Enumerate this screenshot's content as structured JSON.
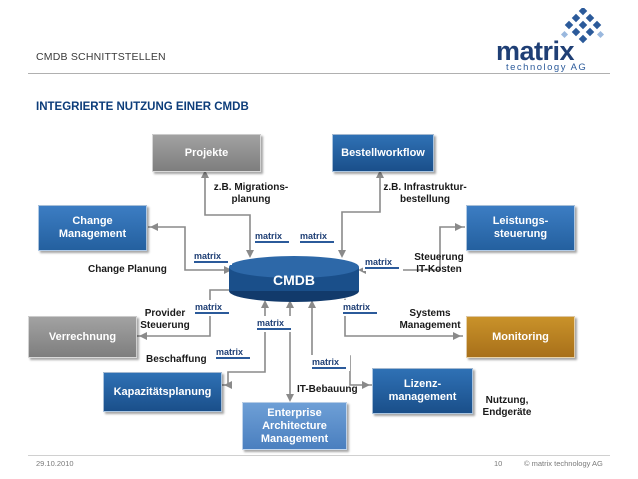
{
  "header": {
    "title": "CMDB SCHNITTSTELLEN",
    "section_title": "INTEGRIERTE NUTZUNG EINER CMDB",
    "logo_word": "matrix",
    "logo_subtitle": "technology AG"
  },
  "center": {
    "label": "CMDB"
  },
  "boxes": {
    "projekte": "Projekte",
    "bestellworkflow": "Bestellworkflow",
    "change_management": "Change Management",
    "leistungssteuerung": "Leistungs-\nsteuerung",
    "verrechnung": "Verrechnung",
    "monitoring": "Monitoring",
    "kapazitaetsplanung": "Kapazitätsplanung",
    "lizenzmanagement": "Lizenz-\nmanagement",
    "enterprise_architecture": "Enterprise\nArchitecture\nManagement"
  },
  "labels": {
    "migrationsplanung": "z.B. Migrations-\nplanung",
    "infrastrukturbestellung": "z.B. Infrastruktur-\nbestellung",
    "change_planung": "Change Planung",
    "steuerung_it_kosten": "Steuerung\nIT-Kosten",
    "provider_steuerung": "Provider\nSteuerung",
    "systems_management": "Systems\nManagement",
    "beschaffung": "Beschaffung",
    "it_bebauung": "IT-Bebauung",
    "nutzung_endgeraete": "Nutzung,\nEndgeräte"
  },
  "mini_logo_word": "matrix",
  "footer": {
    "date": "29.10.2010",
    "page": "10",
    "copyright": "© matrix technology AG"
  },
  "colors": {
    "brand_blue": "#1a4f8a",
    "gray_box": "#8f8f8f",
    "gold_box": "#b8801f",
    "light_blue_box": "#5b8fcb",
    "connector": "#8a8a8a"
  }
}
